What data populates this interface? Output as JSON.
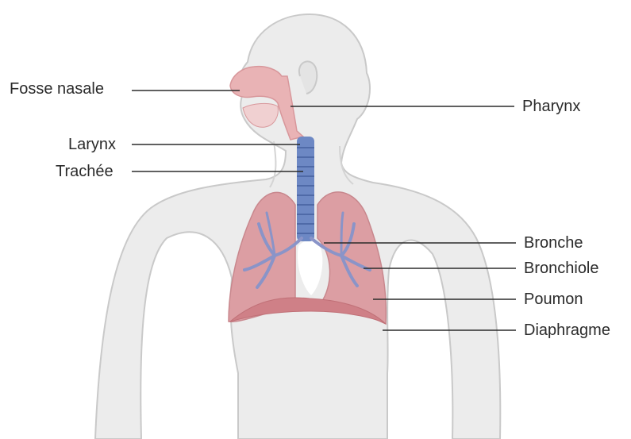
{
  "labels_left": [
    {
      "key": "fosse",
      "text": "Fosse nasale"
    },
    {
      "key": "larynx",
      "text": "Larynx"
    },
    {
      "key": "trachee",
      "text": "Trachée"
    }
  ],
  "labels_right": [
    {
      "key": "pharynx",
      "text": "Pharynx"
    },
    {
      "key": "bronche",
      "text": "Bronche"
    },
    {
      "key": "bronchiole",
      "text": "Bronchiole"
    },
    {
      "key": "poumon",
      "text": "Poumon"
    },
    {
      "key": "diaphragme",
      "text": "Diaphragme"
    }
  ],
  "colors": {
    "body_fill": "#ececec",
    "body_stroke": "#c9c9c9",
    "lung": "#dc9ea3",
    "lung_dark": "#cf8087",
    "airway": "#e9b3b5",
    "trachea": "#6d88c4",
    "bronchi": "#8a94c8",
    "leader": "#2b2b2b"
  }
}
